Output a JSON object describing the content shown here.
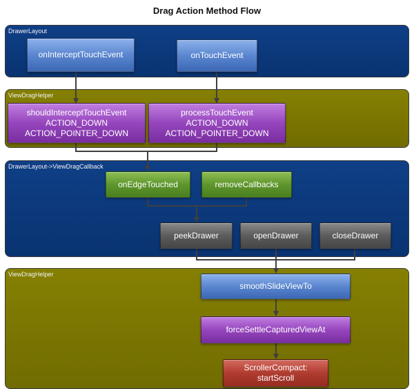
{
  "title": "Drag Action Method Flow",
  "panels": {
    "drawer_layout": "DrawerLayout",
    "view_drag_helper_1": "ViewDragHelper",
    "callback": "DrawerLayout->ViewDragCallback",
    "view_drag_helper_2": "ViewDragHelper"
  },
  "nodes": {
    "on_intercept_touch_event": "onInterceptTouchEvent",
    "on_touch_event": "onTouchEvent",
    "should_intercept": {
      "line1": "shouldInterceptTouchEvent",
      "line2": "ACTION_DOWN",
      "line3": "ACTION_POINTER_DOWN"
    },
    "process_touch_event": {
      "line1": "processTouchEvent",
      "line2": "ACTION_DOWN",
      "line3": "ACTION_POINTER_DOWN"
    },
    "on_edge_touched": "onEdgeTouched",
    "remove_callbacks": "removeCallbacks",
    "peek_drawer": "peekDrawer",
    "open_drawer": "openDrawer",
    "close_drawer": "closeDrawer",
    "smooth_slide_view_to": "smoothSlideViewTo",
    "force_settle": "forceSettleCapturedViewAt",
    "scroller_compat": {
      "line1": "ScrollerCompact:",
      "line2": "startScroll"
    }
  },
  "colors": {
    "panel_blue": "#0c3a7c",
    "panel_olive": "#7c7702",
    "node_blue": "#5b86cf",
    "node_purple": "#9646bd",
    "node_green": "#5e962c",
    "node_gray": "#5c5c5c",
    "node_red": "#b03c30",
    "connector": "#3f3f3f"
  }
}
